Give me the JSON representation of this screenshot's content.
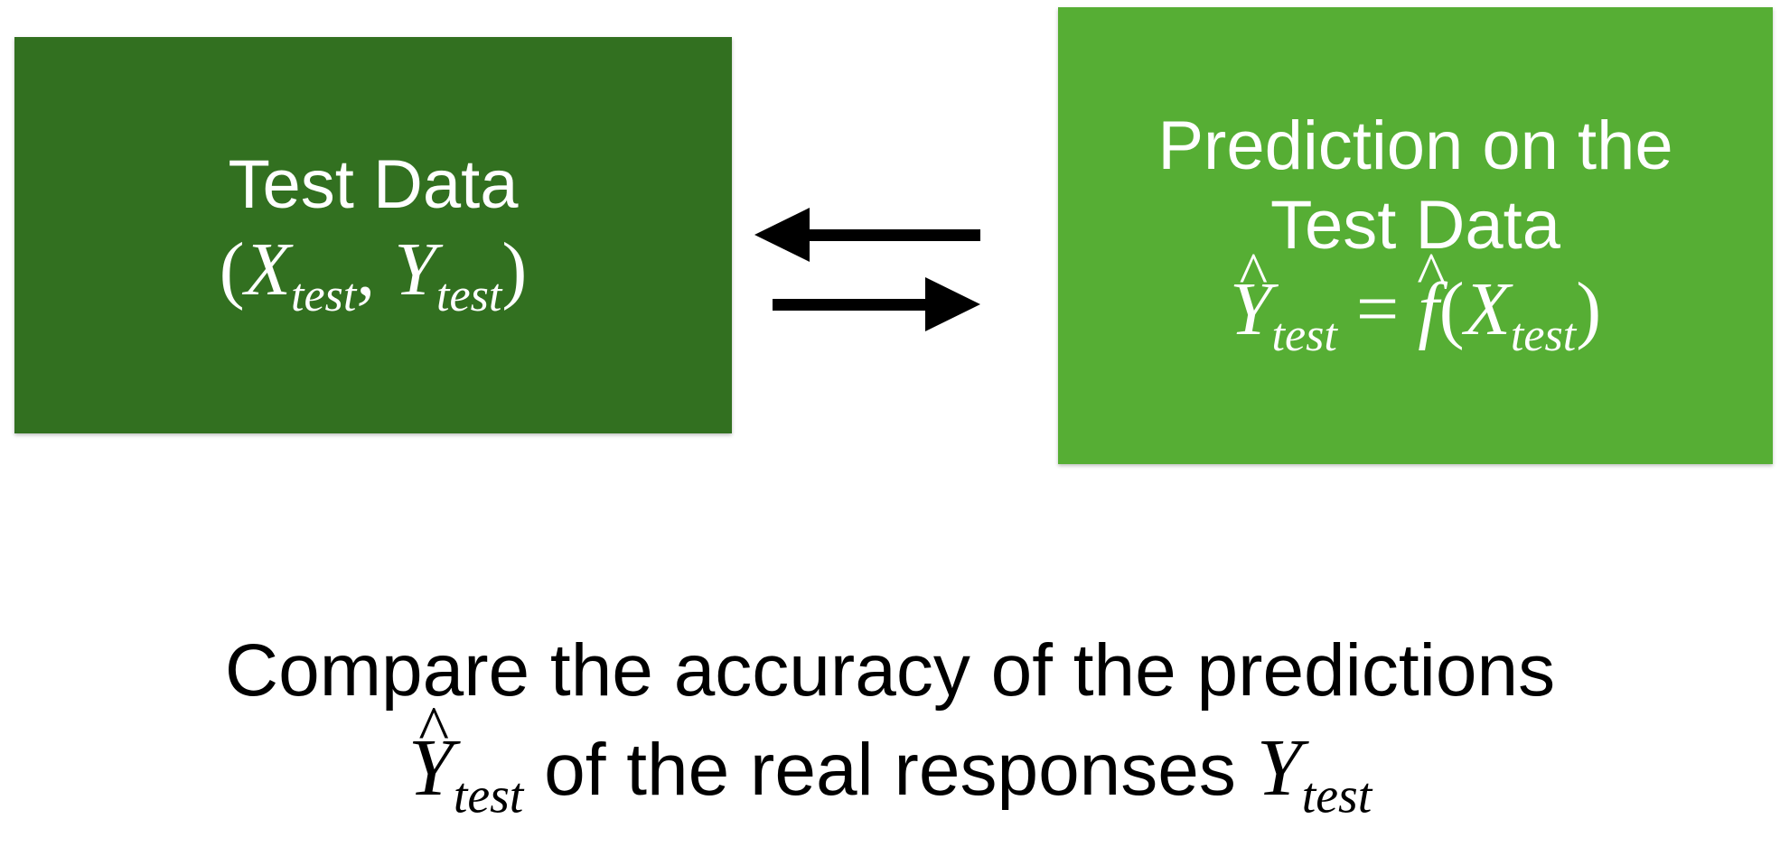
{
  "left_box": {
    "title": "Test Data",
    "formula": {
      "open": "(",
      "x": "X",
      "x_sub": "test",
      "comma": ",",
      "y": "Y",
      "y_sub": "test",
      "close": ")"
    },
    "color": "#327020"
  },
  "right_box": {
    "title_line1": "Prediction on the",
    "title_line2": "Test Data",
    "formula": {
      "yhat": "Y",
      "yhat_sub": "test",
      "eq": "=",
      "fhat": "f",
      "open": "(",
      "x": "X",
      "x_sub": "test",
      "close": ")"
    },
    "color": "#56ae34"
  },
  "arrows": {
    "color": "#000000",
    "directions": [
      "left",
      "right"
    ]
  },
  "caption": {
    "line1": "Compare the accuracy of the predictions",
    "yhat": "Y",
    "yhat_sub": "test",
    "middle": "of the real responses",
    "y": "Y",
    "y_sub": "test"
  }
}
